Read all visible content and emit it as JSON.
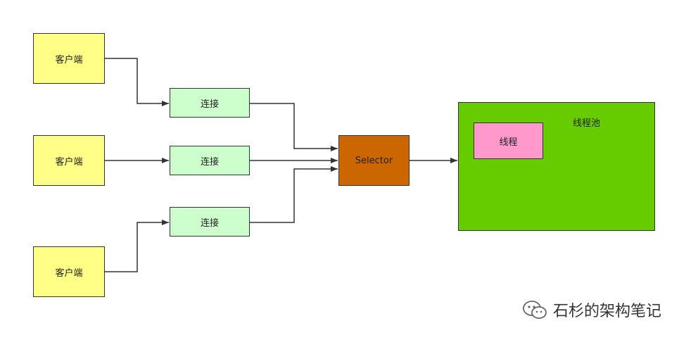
{
  "nodes": {
    "client_label": "客户端",
    "conn_label": "连接",
    "selector_label": "Selector",
    "pool_label": "线程池",
    "thread_label": "线程"
  },
  "watermark": {
    "text": "石杉的架构笔记",
    "icon": "wechat-icon"
  },
  "colors": {
    "client": "#ffff88",
    "connection": "#ccffcc",
    "selector": "#cc6600",
    "pool": "#66cc00",
    "thread": "#ff99cc",
    "line": "#333333"
  }
}
